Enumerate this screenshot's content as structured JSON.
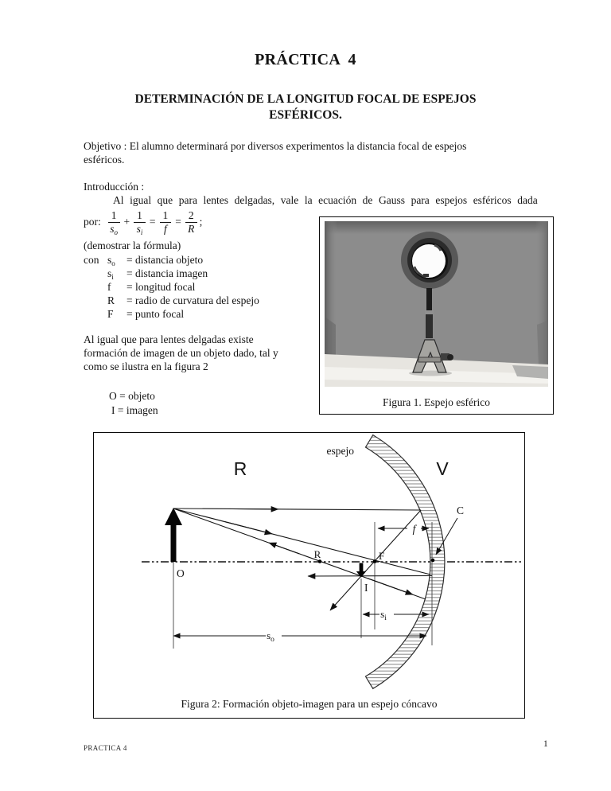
{
  "doc": {
    "title": "PRÁCTICA  4",
    "subtitle_l1": "DETERMINACIÓN DE LA LONGITUD FOCAL DE ESPEJOS",
    "subtitle_l2": "ESFÉRICOS.",
    "objetivo_l1": "Objetivo : El alumno determinará por diversos experimentos la distancia focal de espejos",
    "objetivo_l2": "esféricos.",
    "intro_heading": "Introducción :",
    "intro_line": "Al igual que para lentes delgadas, vale la ecuación de Gauss para espejos esféricos dada",
    "equation": {
      "prefix": "por:",
      "t1n": "1",
      "t1d": "s",
      "t1sub": "o",
      "plus": "+",
      "t2n": "1",
      "t2d": "s",
      "t2sub": "i",
      "eq1": "=",
      "t3n": "1",
      "t3d": "f",
      "eq2": "=",
      "t4n": "2",
      "t4d": "R",
      "semicolon": ";"
    },
    "demostrar": "(demostrar la fórmula)",
    "defs": {
      "con": "con",
      "rows": [
        {
          "sym": "s",
          "sub": "o",
          "rest": "= distancia objeto"
        },
        {
          "sym": "s",
          "sub": "i",
          "rest": "= distancia imagen"
        },
        {
          "sym": "f",
          "sub": "",
          "rest": "=  longitud focal"
        },
        {
          "sym": "R",
          "sub": "",
          "rest": "= radio de curvatura del espejo"
        },
        {
          "sym": "F",
          "sub": "",
          "rest": "= punto focal"
        }
      ]
    },
    "par2_l1": "Al igual que para lentes delgadas existe",
    "par2_l2": "formación de imagen de un objeto dado, tal y",
    "par2_l3": "como se ilustra en la figura 2",
    "legend": {
      "line1": "O = objeto",
      "line2": "I = imagen"
    },
    "figure1": {
      "caption": "Figura 1. Espejo esférico"
    },
    "figure2": {
      "caption": "Figura 2: Formación objeto-imagen para un espejo cóncavo",
      "labels": {
        "espejo": "espejo",
        "R_region": "R",
        "V_region": "V",
        "C": "C",
        "f": "f",
        "F": "F",
        "R_point": "R",
        "O": "O",
        "I": "I",
        "si_base": "s",
        "si_sub": "i",
        "so_base": "s",
        "so_sub": "o"
      }
    },
    "footer": {
      "left": "PRACTICA 4",
      "page": "1"
    },
    "colors": {
      "ink": "#141414",
      "photo_wall": "#8c8c8c",
      "photo_floor": "#e7e5e0",
      "mirror_ring": "#585858",
      "mirror_face": "#fcfcfc"
    }
  }
}
